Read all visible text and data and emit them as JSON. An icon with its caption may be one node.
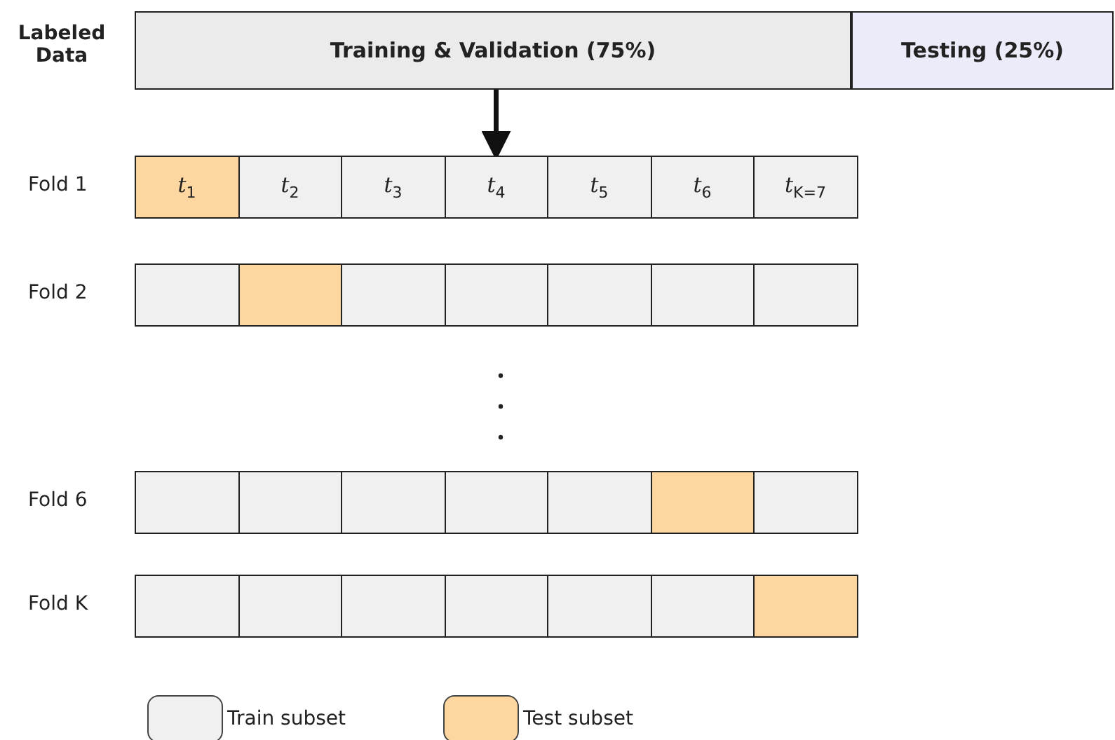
{
  "diagram": {
    "nodes": [
      {
        "text": [
          "Training & Validation (75%)"
        ]
      },
      {
        "text": [
          "Testing (25%)"
        ]
      },
      {
        "text": [
          "t$_{1}$"
        ]
      },
      {
        "text": [
          "t$_{2}$"
        ]
      },
      {
        "text": [
          "t$_{3}$"
        ]
      },
      {
        "text": [
          "t$_{4}$"
        ]
      },
      {
        "text": [
          "t$_{5}$"
        ]
      },
      {
        "text": [
          "t$_{6}$"
        ]
      },
      {
        "text": [
          "t$_{K=7}$"
        ]
      },
      {
        "text": [],
        "shape": "box"
      },
      {
        "text": [],
        "shape": "box"
      },
      {
        "text": [],
        "shape": "box"
      },
      {
        "text": [],
        "shape": "box"
      },
      {
        "text": [],
        "shape": "box"
      },
      {
        "text": [],
        "shape": "box"
      },
      {
        "text": [],
        "shape": "box"
      },
      {
        "text": [],
        "shape": "box"
      },
      {
        "text": [],
        "shape": "box"
      },
      {
        "text": [],
        "shape": "box"
      },
      {
        "text": [],
        "shape": "box"
      },
      {
        "text": [],
        "shape": "box"
      },
      {
        "text": [],
        "shape": "box"
      },
      {
        "text": [],
        "shape": "box"
      },
      {
        "text": [],
        "shape": "box"
      },
      {
        "text": [],
        "shape": "box"
      },
      {
        "text": [],
        "shape": "box"
      },
      {
        "text": [],
        "shape": "box"
      },
      {
        "text": [],
        "shape": "box"
      },
      {
        "text": [],
        "shape": "box"
      },
      {
        "text": [],
        "shape": "box"
      }
    ],
    "edges": [
      {
        "from": 0,
        "to": 5,
        "arrow": "to"
      }
    ],
    "labels": [
      "Labeled Data",
      "Fold 1",
      "Fold 2",
      "Fold 6",
      "Fold K"
    ],
    "legend": [
      {
        "text": "Train subset",
        "color": "#f0f0f0"
      },
      {
        "text": "Test subset",
        "color": "#fed6a0"
      }
    ]
  }
}
